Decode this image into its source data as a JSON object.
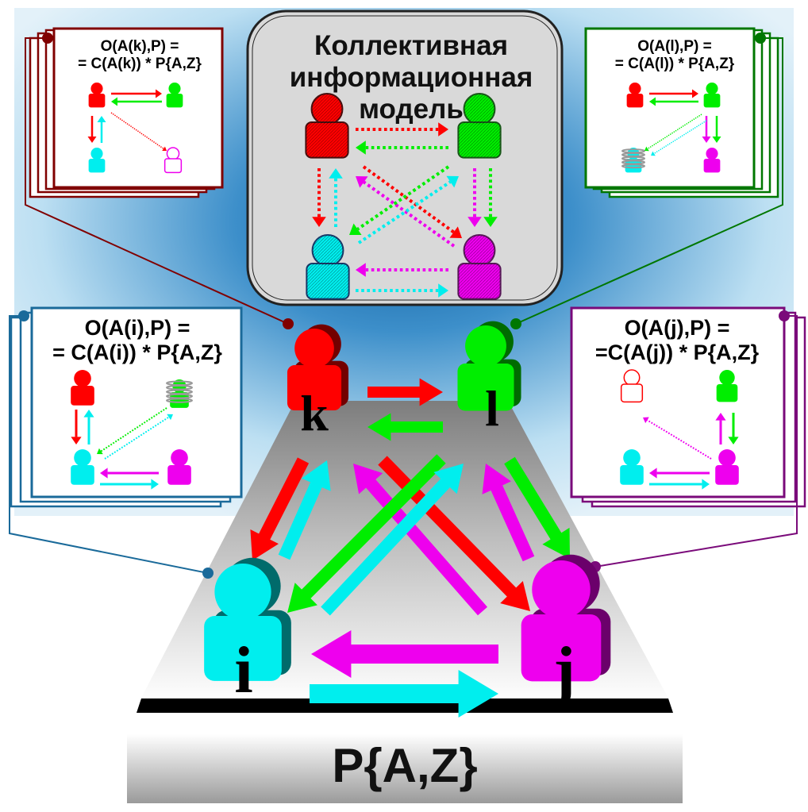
{
  "model_title": [
    "Коллективная",
    "информационная",
    "модель"
  ],
  "agents": {
    "k": {
      "letter": "k",
      "color": "#ff0000"
    },
    "l": {
      "letter": "l",
      "color": "#00ee00"
    },
    "i": {
      "letter": "i",
      "color": "#00eeee"
    },
    "j": {
      "letter": "j",
      "color": "#ee00ee"
    }
  },
  "panels": {
    "k": {
      "line1": "O(A(k),P) =",
      "line2": "= C(A(k)) * P{A,Z}"
    },
    "l": {
      "line1": "O(A(l),P) =",
      "line2": "= C(A(l)) * P{A,Z}"
    },
    "i": {
      "line1": "O(A(i),P) =",
      "line2": "= C(A(i)) * P{A,Z}"
    },
    "j": {
      "line1": "O(A(j),P) =",
      "line2": "=C(A(j)) * P{A,Z}"
    }
  },
  "base_label": "P{A,Z}",
  "colors": {
    "k": "#ff0000",
    "l": "#00ee00",
    "i": "#00eeee",
    "j": "#ee00ee",
    "panel_k": "#800000",
    "panel_l": "#007700",
    "panel_i": "#1a6a9a",
    "panel_j": "#7a0a7a",
    "blue_glow": "#2e7fbf"
  }
}
